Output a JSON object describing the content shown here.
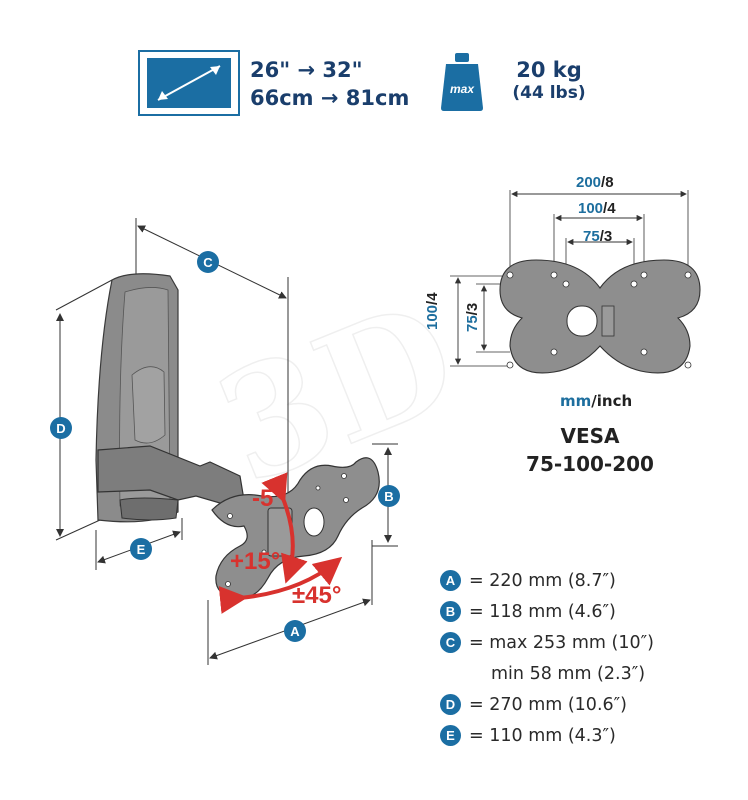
{
  "header": {
    "screen_size_line1": "26\" → 32\"",
    "screen_size_line2": "66cm → 81cm",
    "weight_icon_label": "max",
    "weight_kg": "20 kg",
    "weight_lbs": "(44 lbs)"
  },
  "watermark": "3D",
  "mount_diagram": {
    "dimension_badges": [
      "A",
      "B",
      "C",
      "D",
      "E"
    ],
    "tilt_down": "-5°",
    "tilt_up": "+15°",
    "swivel": "±45°"
  },
  "vesa_diagram": {
    "h200": "200",
    "h200_in": "/8",
    "h100": "100",
    "h100_in": "/4",
    "h75": "75",
    "h75_in": "/3",
    "v100": "100",
    "v100_in": "/4",
    "v75": "75",
    "v75_in": "/3",
    "unit_mm": "mm",
    "unit_inch": "/inch",
    "title_line1": "VESA",
    "title_line2": "75-100-200"
  },
  "specs": [
    {
      "badge": "A",
      "text": "= 220 mm (8.7″)"
    },
    {
      "badge": "B",
      "text": "= 118 mm (4.6″)"
    },
    {
      "badge": "C",
      "text": "= max 253 mm (10″)"
    },
    {
      "badge": "",
      "text": "min 58 mm (2.3″)"
    },
    {
      "badge": "D",
      "text": "= 270 mm (10.6″)"
    },
    {
      "badge": "E",
      "text": "= 110 mm (4.3″)"
    }
  ],
  "colors": {
    "accent_blue": "#1b6ea3",
    "angle_red": "#d8322e",
    "mount_gray": "#8a8a8a"
  }
}
